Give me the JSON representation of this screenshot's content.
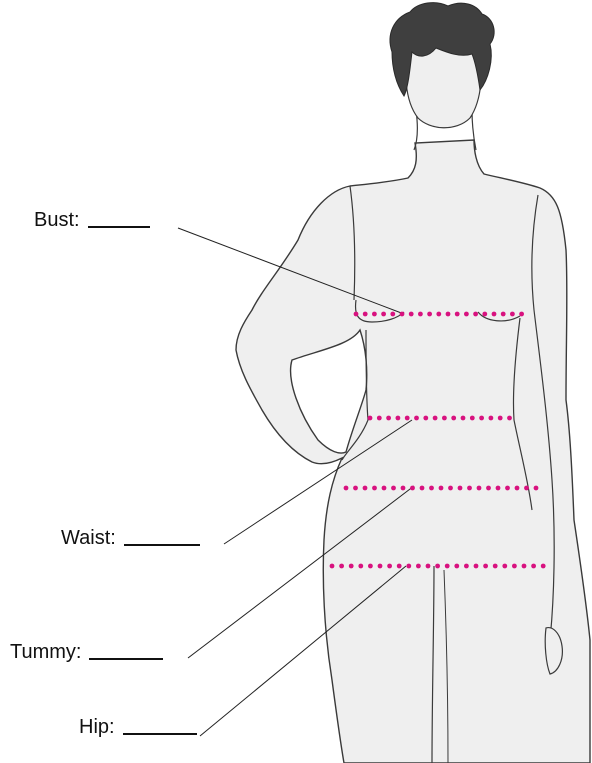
{
  "colors": {
    "body_fill": "#efefef",
    "outline": "#3a3a3a",
    "hair": "#3f3f3f",
    "measure_dots": "#d8127f",
    "leader_line": "#222222"
  },
  "labels": {
    "bust": "Bust:",
    "waist": "Waist:",
    "tummy": "Tummy:",
    "hip": "Hip:"
  }
}
